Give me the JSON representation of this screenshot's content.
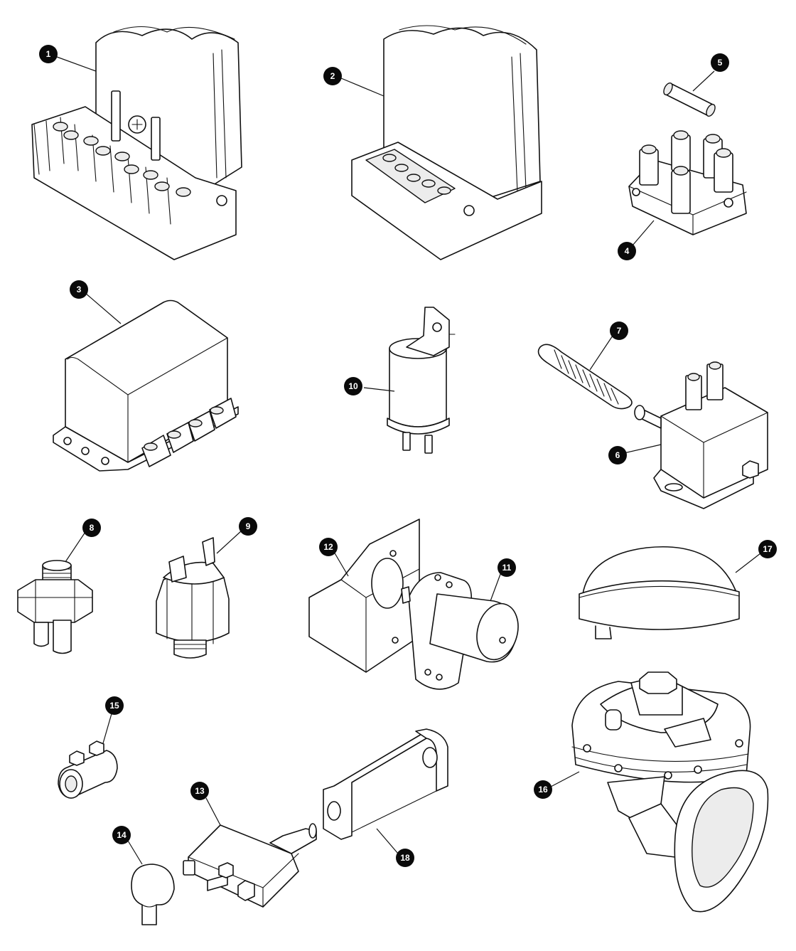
{
  "callouts": [
    {
      "id": "1",
      "label": "1"
    },
    {
      "id": "2",
      "label": "2"
    },
    {
      "id": "3",
      "label": "3"
    },
    {
      "id": "4",
      "label": "4"
    },
    {
      "id": "5",
      "label": "5"
    },
    {
      "id": "6",
      "label": "6"
    },
    {
      "id": "7",
      "label": "7"
    },
    {
      "id": "8",
      "label": "8"
    },
    {
      "id": "9",
      "label": "9"
    },
    {
      "id": "10",
      "label": "10"
    },
    {
      "id": "11",
      "label": "11"
    },
    {
      "id": "12",
      "label": "12"
    },
    {
      "id": "13",
      "label": "13"
    },
    {
      "id": "14",
      "label": "14"
    },
    {
      "id": "15",
      "label": "15"
    },
    {
      "id": "16",
      "label": "16"
    },
    {
      "id": "17",
      "label": "17"
    },
    {
      "id": "18",
      "label": "18"
    }
  ],
  "colors": {
    "line": "#111111",
    "callout_fill": "#0a0a0a",
    "callout_text": "#ffffff",
    "background": "#ffffff"
  }
}
